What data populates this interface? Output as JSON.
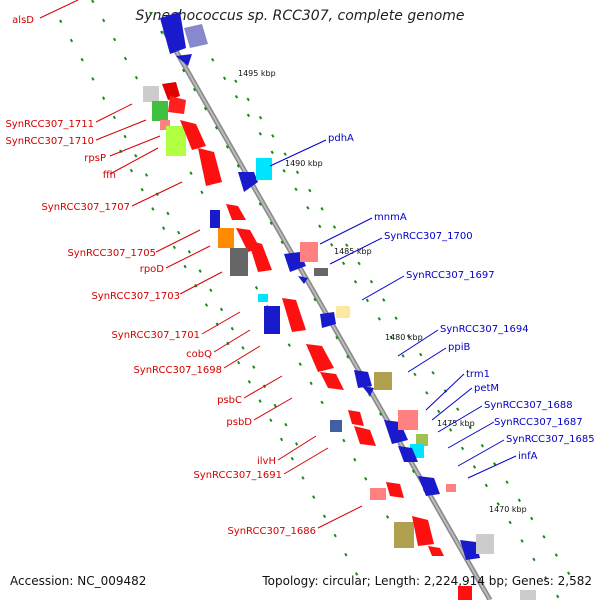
{
  "title": "Synechococcus sp. RCC307, complete genome",
  "accession_text": "Accession: NC_009482",
  "summary_text": "Topology: circular; Length: 2,224,914 bp; Genes: 2,582",
  "colors": {
    "backbone": "#999999",
    "left_label": "#d40000",
    "right_label": "#0000c8",
    "tick_dots": "#1a8a1a"
  },
  "scale": [
    "1495 kbp",
    "1490 kbp",
    "1485 kbp",
    "1480 kbp",
    "1475 kbp",
    "1470 kbp"
  ],
  "left_labels": [
    "alsD",
    "SynRCC307_1711",
    "SynRCC307_1710",
    "rpsP",
    "ffh",
    "SynRCC307_1707",
    "SynRCC307_1705",
    "rpoD",
    "SynRCC307_1703",
    "SynRCC307_1701",
    "cobQ",
    "SynRCC307_1698",
    "psbC",
    "psbD",
    "ilvH",
    "SynRCC307_1691",
    "SynRCC307_1686"
  ],
  "right_labels": [
    "pdhA",
    "mnmA",
    "SynRCC307_1700",
    "SynRCC307_1697",
    "SynRCC307_1694",
    "ppiB",
    "trm1",
    "petM",
    "SynRCC307_1688",
    "SynRCC307_1687",
    "SynRCC307_1685",
    "infA"
  ]
}
